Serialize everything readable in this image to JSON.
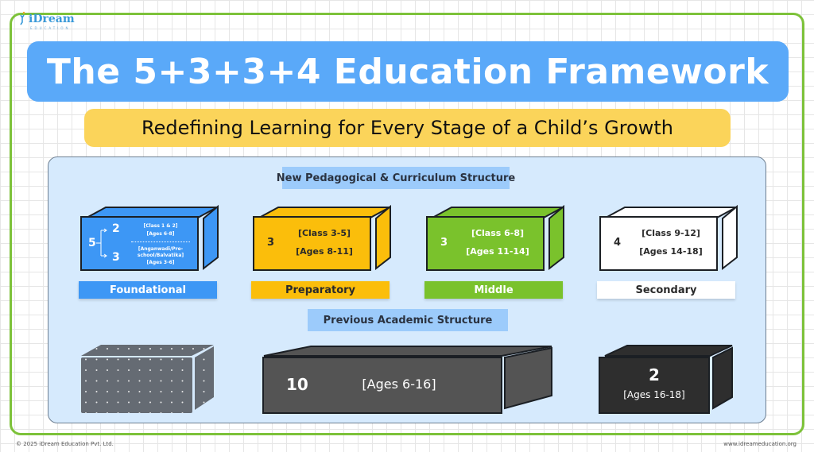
{
  "brand": {
    "logo_name": "iDream",
    "logo_sub": "EDUCATION",
    "accent_green": "#7dc23a",
    "title_blue": "#5aa9f9",
    "subtitle_yellow": "#fbd45a",
    "panel_bg": "#d6eafd"
  },
  "header": {
    "title": "The 5+3+3+4 Education Framework",
    "subtitle": "Redefining Learning for Every Stage of a Child’s Growth"
  },
  "new_structure": {
    "heading": "New Pedagogical & Curriculum Structure",
    "stages": [
      {
        "name": "Foundational",
        "years": "5",
        "color": "#3d97f5",
        "label_color": "#3d97f5",
        "split": [
          {
            "years": "2",
            "classes": "[Class 1 & 2]",
            "ages": "[Ages 6-8]"
          },
          {
            "years": "3",
            "classes": "[Anganwadi/Pre-school/Balvatika]",
            "ages": "[Ages 3-6]"
          }
        ]
      },
      {
        "name": "Preparatory",
        "years": "3",
        "classes": "[Class 3-5]",
        "ages": "[Ages 8-11]",
        "color": "#fbbe0b"
      },
      {
        "name": "Middle",
        "years": "3",
        "classes": "[Class 6-8]",
        "ages": "[Ages 11-14]",
        "color": "#7ac22c"
      },
      {
        "name": "Secondary",
        "years": "4",
        "classes": "[Class 9-12]",
        "ages": "[Ages 14-18]",
        "color": "#ffffff"
      }
    ]
  },
  "previous_structure": {
    "heading": "Previous Academic Structure",
    "blocks": [
      {
        "years": "",
        "ages": "",
        "color": "#656b73",
        "pattern": "dots"
      },
      {
        "years": "10",
        "ages": "[Ages 6-16]",
        "color": "#545454"
      },
      {
        "years": "2",
        "ages": "[Ages 16-18]",
        "color": "#2e2e2e"
      }
    ]
  },
  "footer": {
    "copyright": "© 2025 iDream Education Pvt. Ltd.",
    "website": "www.idreameducation.org"
  }
}
